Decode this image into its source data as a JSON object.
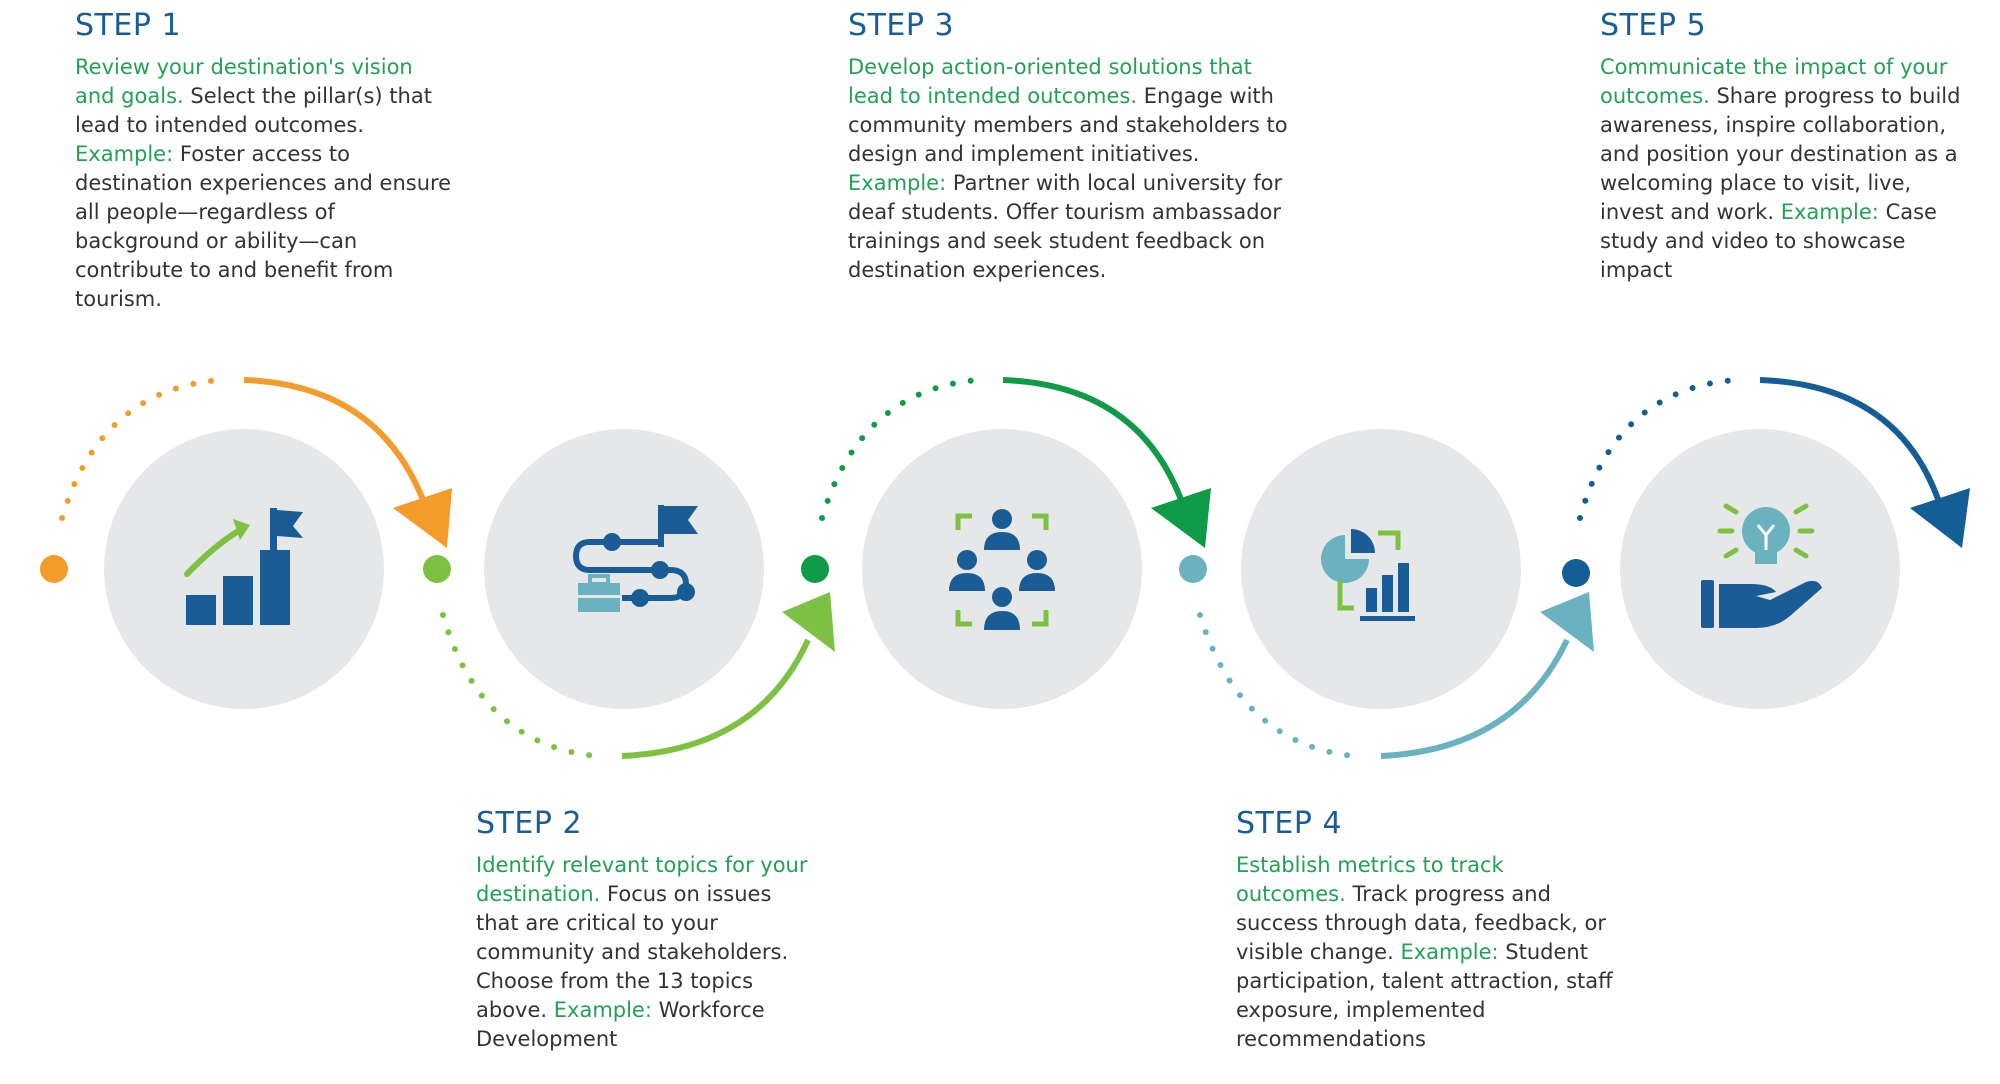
{
  "steps": [
    {
      "title": "STEP 1",
      "highlight": "Review your destination's vision and goals.",
      "body": " Select the pillar(s) that lead to intended outcomes. ",
      "example_label": "Example:",
      "example": " Foster access to destination experiences and ensure all people—regardless of background or ability—can contribute to and benefit from tourism.",
      "icon": "growth-chart-flag-icon",
      "color": "#f39c2b"
    },
    {
      "title": "STEP 2",
      "highlight": "Identify relevant topics for your destination.",
      "body": " Focus on issues that are critical to your community and stakeholders. Choose from the 13 topics above. ",
      "example_label": "Example:",
      "example": " Workforce Development",
      "icon": "roadmap-flag-icon",
      "color": "#7dc142"
    },
    {
      "title": "STEP 3",
      "highlight": "Develop action-oriented solutions that lead to intended outcomes.",
      "body": " Engage with community members and stakeholders to design and implement initiatives. ",
      "example_label": "Example:",
      "example": " Partner with local university for deaf students. Offer tourism ambassador trainings and seek student feedback on destination experiences.",
      "icon": "team-focus-icon",
      "color": "#0f9a48"
    },
    {
      "title": "STEP 4",
      "highlight": "Establish metrics to track outcomes.",
      "body": " Track progress and success through data, feedback, or visible change. ",
      "example_label": "Example:",
      "example": " Student participation, talent attraction, staff exposure, implemented recommendations",
      "icon": "metrics-chart-icon",
      "color": "#6ab2c0"
    },
    {
      "title": "STEP 5",
      "highlight": "Communicate the impact of your outcomes.",
      "body": " Share progress to build awareness, inspire collaboration, and position your destination as a welcoming place to visit, live, invest and work. ",
      "example_label": "Example:",
      "example": " Case study and video to showcase impact",
      "icon": "idea-hand-icon",
      "color": "#135e96"
    }
  ],
  "colors": {
    "title": "#1a5d96",
    "highlight": "#24a055",
    "body": "#333333",
    "circle": "#e6e7e8",
    "icon_dark": "#1a5d96",
    "icon_light_green": "#7dc142",
    "icon_teal": "#6ab2c0"
  }
}
